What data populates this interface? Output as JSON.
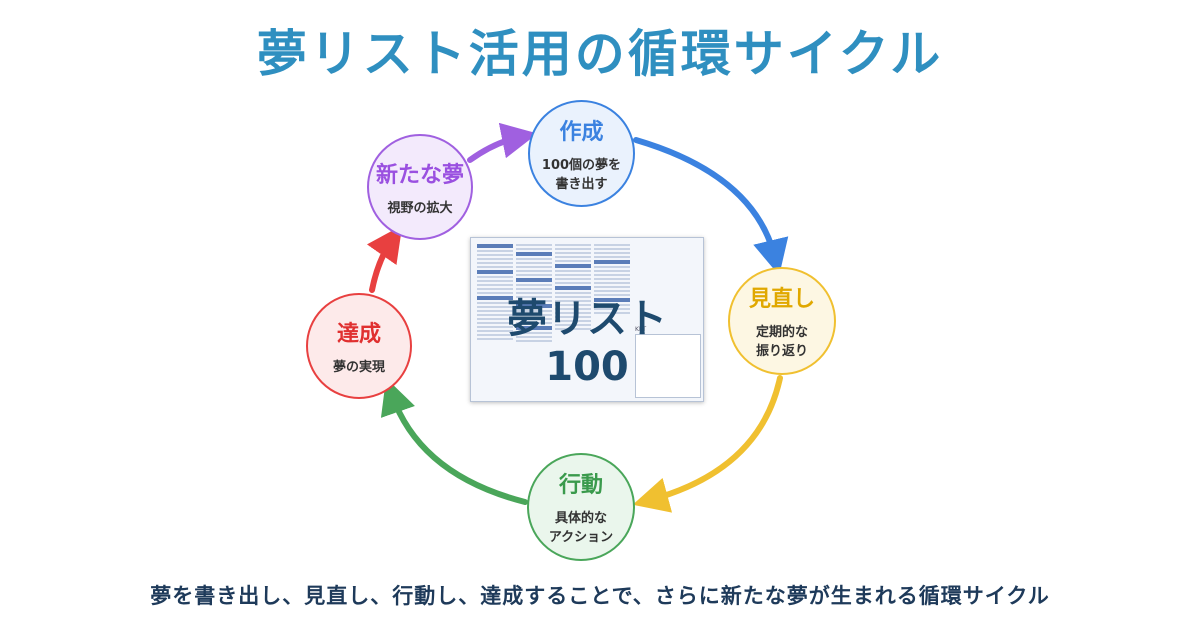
{
  "title": "夢リスト活用の循環サイクル",
  "center_label": "夢リスト100",
  "footer": "夢を書き出し、見直し、行動し、達成することで、さらに新たな夢が生まれる循環サイクル",
  "sheet": {
    "kpt_label": "KPT"
  },
  "steps": [
    {
      "label": "作成",
      "sub": "100個の夢を\n書き出す",
      "color": "#3b82e0"
    },
    {
      "label": "見直し",
      "sub": "定期的な\n振り返り",
      "color": "#f0c030"
    },
    {
      "label": "行動",
      "sub": "具体的な\nアクション",
      "color": "#4aa65a"
    },
    {
      "label": "達成",
      "sub": "夢の実現",
      "color": "#e84040"
    },
    {
      "label": "新たな夢",
      "sub": "視野の拡大",
      "color": "#a060e0"
    }
  ]
}
